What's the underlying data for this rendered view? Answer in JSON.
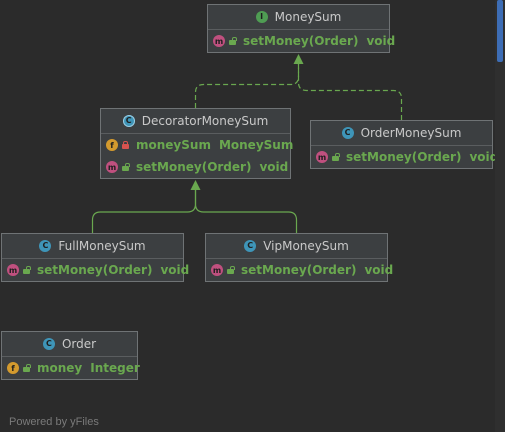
{
  "diagram": {
    "nodes": [
      {
        "id": "moneysum",
        "kind": "interface",
        "kind_letter": "I",
        "name": "MoneySum",
        "members": [
          {
            "kind": "method",
            "letter": "m",
            "visibility": "public",
            "name": "setMoney(Order)",
            "type": "void"
          }
        ]
      },
      {
        "id": "decoratormoneysum",
        "kind": "abstract",
        "kind_letter": "C",
        "name": "DecoratorMoneySum",
        "members": [
          {
            "kind": "field",
            "letter": "f",
            "visibility": "private",
            "name": "moneySum",
            "type": "MoneySum"
          },
          {
            "kind": "method",
            "letter": "m",
            "visibility": "public",
            "name": "setMoney(Order)",
            "type": "void"
          }
        ]
      },
      {
        "id": "ordermoneysum",
        "kind": "class",
        "kind_letter": "C",
        "name": "OrderMoneySum",
        "members": [
          {
            "kind": "method",
            "letter": "m",
            "visibility": "public",
            "name": "setMoney(Order)",
            "type": "void"
          }
        ]
      },
      {
        "id": "fullmoneysum",
        "kind": "class",
        "kind_letter": "C",
        "name": "FullMoneySum",
        "members": [
          {
            "kind": "method",
            "letter": "m",
            "visibility": "public",
            "name": "setMoney(Order)",
            "type": "void"
          }
        ]
      },
      {
        "id": "vipmoneysum",
        "kind": "class",
        "kind_letter": "C",
        "name": "VipMoneySum",
        "members": [
          {
            "kind": "method",
            "letter": "m",
            "visibility": "public",
            "name": "setMoney(Order)",
            "type": "void"
          }
        ]
      },
      {
        "id": "order",
        "kind": "class",
        "kind_letter": "C",
        "name": "Order",
        "members": [
          {
            "kind": "field",
            "letter": "f",
            "visibility": "public",
            "name": "money",
            "type": "Integer"
          }
        ]
      }
    ],
    "edges": [
      {
        "from": "decoratormoneysum",
        "to": "moneysum",
        "type": "realization"
      },
      {
        "from": "ordermoneysum",
        "to": "moneysum",
        "type": "realization"
      },
      {
        "from": "fullmoneysum",
        "to": "decoratormoneysum",
        "type": "inheritance"
      },
      {
        "from": "vipmoneysum",
        "to": "decoratormoneysum",
        "type": "inheritance"
      }
    ],
    "colors": {
      "background": "#2b2b2b",
      "realization_edge": "#6aa84f",
      "inheritance_edge": "#6aa84f",
      "member_text": "#6aa84f"
    }
  },
  "footer": {
    "text": "Powered by yFiles"
  }
}
